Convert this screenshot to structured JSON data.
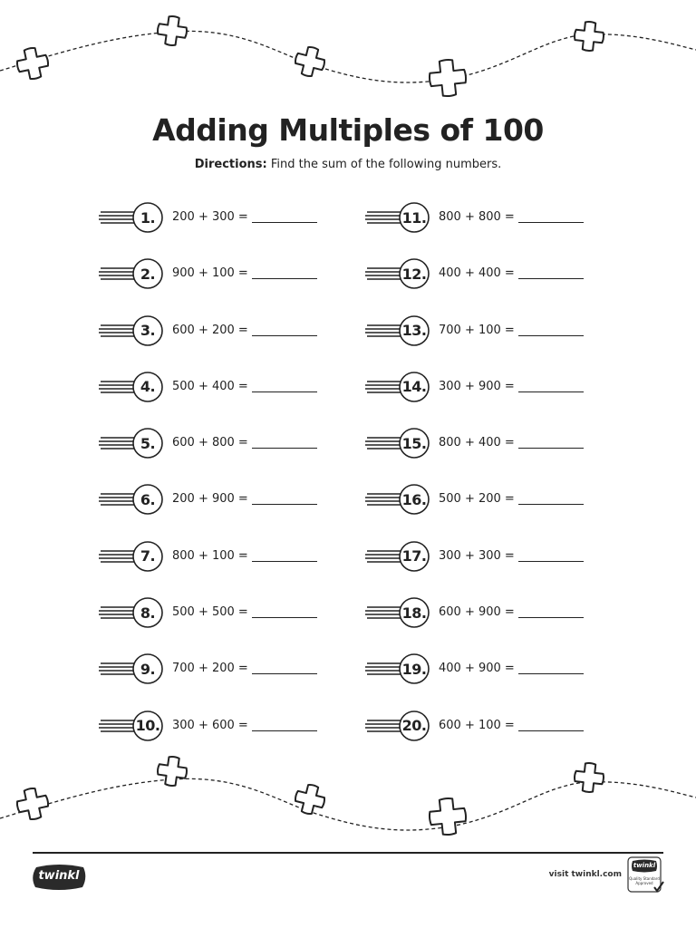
{
  "title": "Adding Multiples of 100",
  "directions": {
    "label": "Directions:",
    "text": "Find the sum of the following numbers."
  },
  "questions_left": [
    {
      "number": "1.",
      "text": "200 + 300 ="
    },
    {
      "number": "2.",
      "text": "900 + 100 ="
    },
    {
      "number": "3.",
      "text": "600 + 200 ="
    },
    {
      "number": "4.",
      "text": "500 + 400 ="
    },
    {
      "number": "5.",
      "text": "600 + 800 ="
    },
    {
      "number": "6.",
      "text": "200 + 900 ="
    },
    {
      "number": "7.",
      "text": "800 + 100 ="
    },
    {
      "number": "8.",
      "text": "500 + 500 ="
    },
    {
      "number": "9.",
      "text": "700 + 200 ="
    },
    {
      "number": "10.",
      "text": "300 + 600 ="
    }
  ],
  "questions_right": [
    {
      "number": "11.",
      "text": "800 + 800 ="
    },
    {
      "number": "12.",
      "text": "400 + 400 ="
    },
    {
      "number": "13.",
      "text": "700 + 100 ="
    },
    {
      "number": "14.",
      "text": "300 + 900 ="
    },
    {
      "number": "15.",
      "text": "800 + 400 ="
    },
    {
      "number": "16.",
      "text": "500 + 200 ="
    },
    {
      "number": "17.",
      "text": "300 + 300 ="
    },
    {
      "number": "18.",
      "text": "600 + 900 ="
    },
    {
      "number": "19.",
      "text": "400 + 900 ="
    },
    {
      "number": "20.",
      "text": "600 + 100 ="
    }
  ],
  "footer": {
    "brand": "twinkl",
    "visit": "visit twinkl.com",
    "badge_brand": "twinkl",
    "badge_text": "Quality Standard Approved"
  },
  "colors": {
    "ink": "#222222",
    "logo": "#2a2a2a",
    "background": "#ffffff"
  },
  "decorations": {
    "icon": "plus-icon"
  }
}
